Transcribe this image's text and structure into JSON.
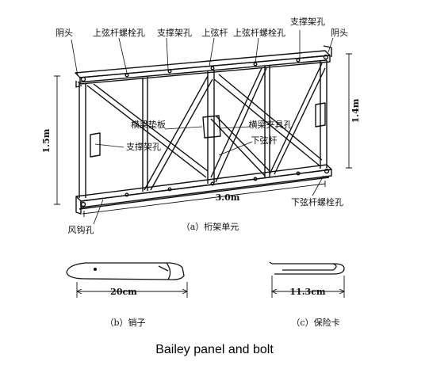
{
  "labels": {
    "top": [
      "阴头",
      "上弦杆螺栓孔",
      "支撑架孔",
      "上弦杆",
      "上弦杆螺栓孔",
      "支撑架孔",
      "阴头"
    ],
    "middle": [
      "横梁垫板",
      "支撑架孔",
      "横梁夹具孔",
      "下弦杆"
    ],
    "bottom_right": "下弦杆螺栓孔",
    "bottom_left": "风钩孔"
  },
  "dimensions": {
    "height_left": "1.5m",
    "height_right": "1.4m",
    "length": "3.0m",
    "pin_length": "20cm",
    "clip_length": "11.3cm"
  },
  "captions": {
    "truss": "（a）桁架单元",
    "pin": "（b）销子",
    "clip": "（c）保险卡"
  },
  "title": "Bailey panel and bolt"
}
